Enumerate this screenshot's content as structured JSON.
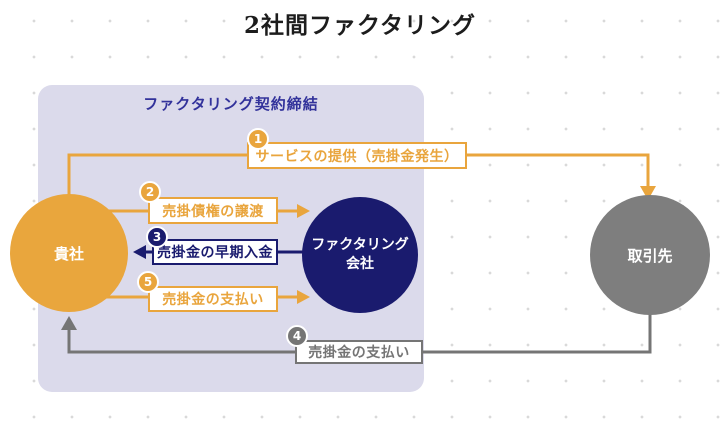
{
  "title": "2社間ファクタリング",
  "contract_label": "ファクタリング契約締結",
  "entities": {
    "kisha": {
      "label": "貴社",
      "color": "#e9a63d"
    },
    "factoring": {
      "label": "ファクタリング会社",
      "color": "#1a1b6e"
    },
    "partner": {
      "label": "取引先",
      "color": "#7e7e7e"
    }
  },
  "steps": {
    "s1": {
      "num": "1",
      "label": "サービスの提供（売掛金発生）",
      "color": "#e9a53d",
      "from": "貴社",
      "to": "取引先"
    },
    "s2": {
      "num": "2",
      "label": "売掛債権の譲渡",
      "color": "#e9a53d",
      "from": "貴社",
      "to": "ファクタリング会社"
    },
    "s3": {
      "num": "3",
      "label": "売掛金の早期入金",
      "color": "#1a1b6e",
      "from": "ファクタリング会社",
      "to": "貴社"
    },
    "s4": {
      "num": "4",
      "label": "売掛金の支払い",
      "color": "#757575",
      "from": "取引先",
      "to": "貴社"
    },
    "s5": {
      "num": "5",
      "label": "売掛金の支払い",
      "color": "#e9a53d",
      "from": "貴社",
      "to": "ファクタリング会社"
    }
  },
  "colors": {
    "orange": "#e9a53d",
    "navy": "#1a1b6e",
    "gray": "#757575",
    "panel_background": "#dbdaeb",
    "contract_label_text": "#32329b"
  }
}
